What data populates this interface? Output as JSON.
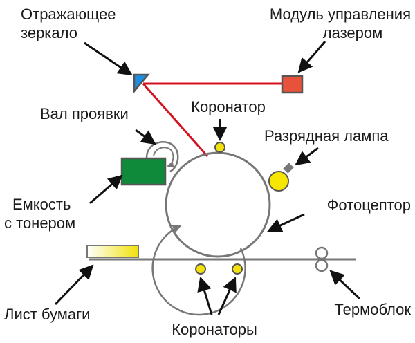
{
  "labels": {
    "mirror": [
      "Отражающее",
      "зеркало"
    ],
    "laser_module": [
      "Модуль управления",
      "лазером"
    ],
    "developer_roller": "Вал проявки",
    "corona_top": "Коронатор",
    "discharge_lamp": "Разрядная лампа",
    "toner_container": [
      "Емкость",
      "с тонером"
    ],
    "photoreceptor": "Фотоцептор",
    "paper_sheet": "Лист бумаги",
    "fuser": "Термоблок",
    "corona_bottom": "Коронаторы"
  },
  "colors": {
    "laser_beam": "#d3111f",
    "laser_module": "#e8523a",
    "mirror": "#1e8fe0",
    "toner": "#0f8a3a",
    "corona": "#f2e10b",
    "lamp": "#f7e600",
    "drum": "#777777",
    "arrow": "#111111"
  }
}
